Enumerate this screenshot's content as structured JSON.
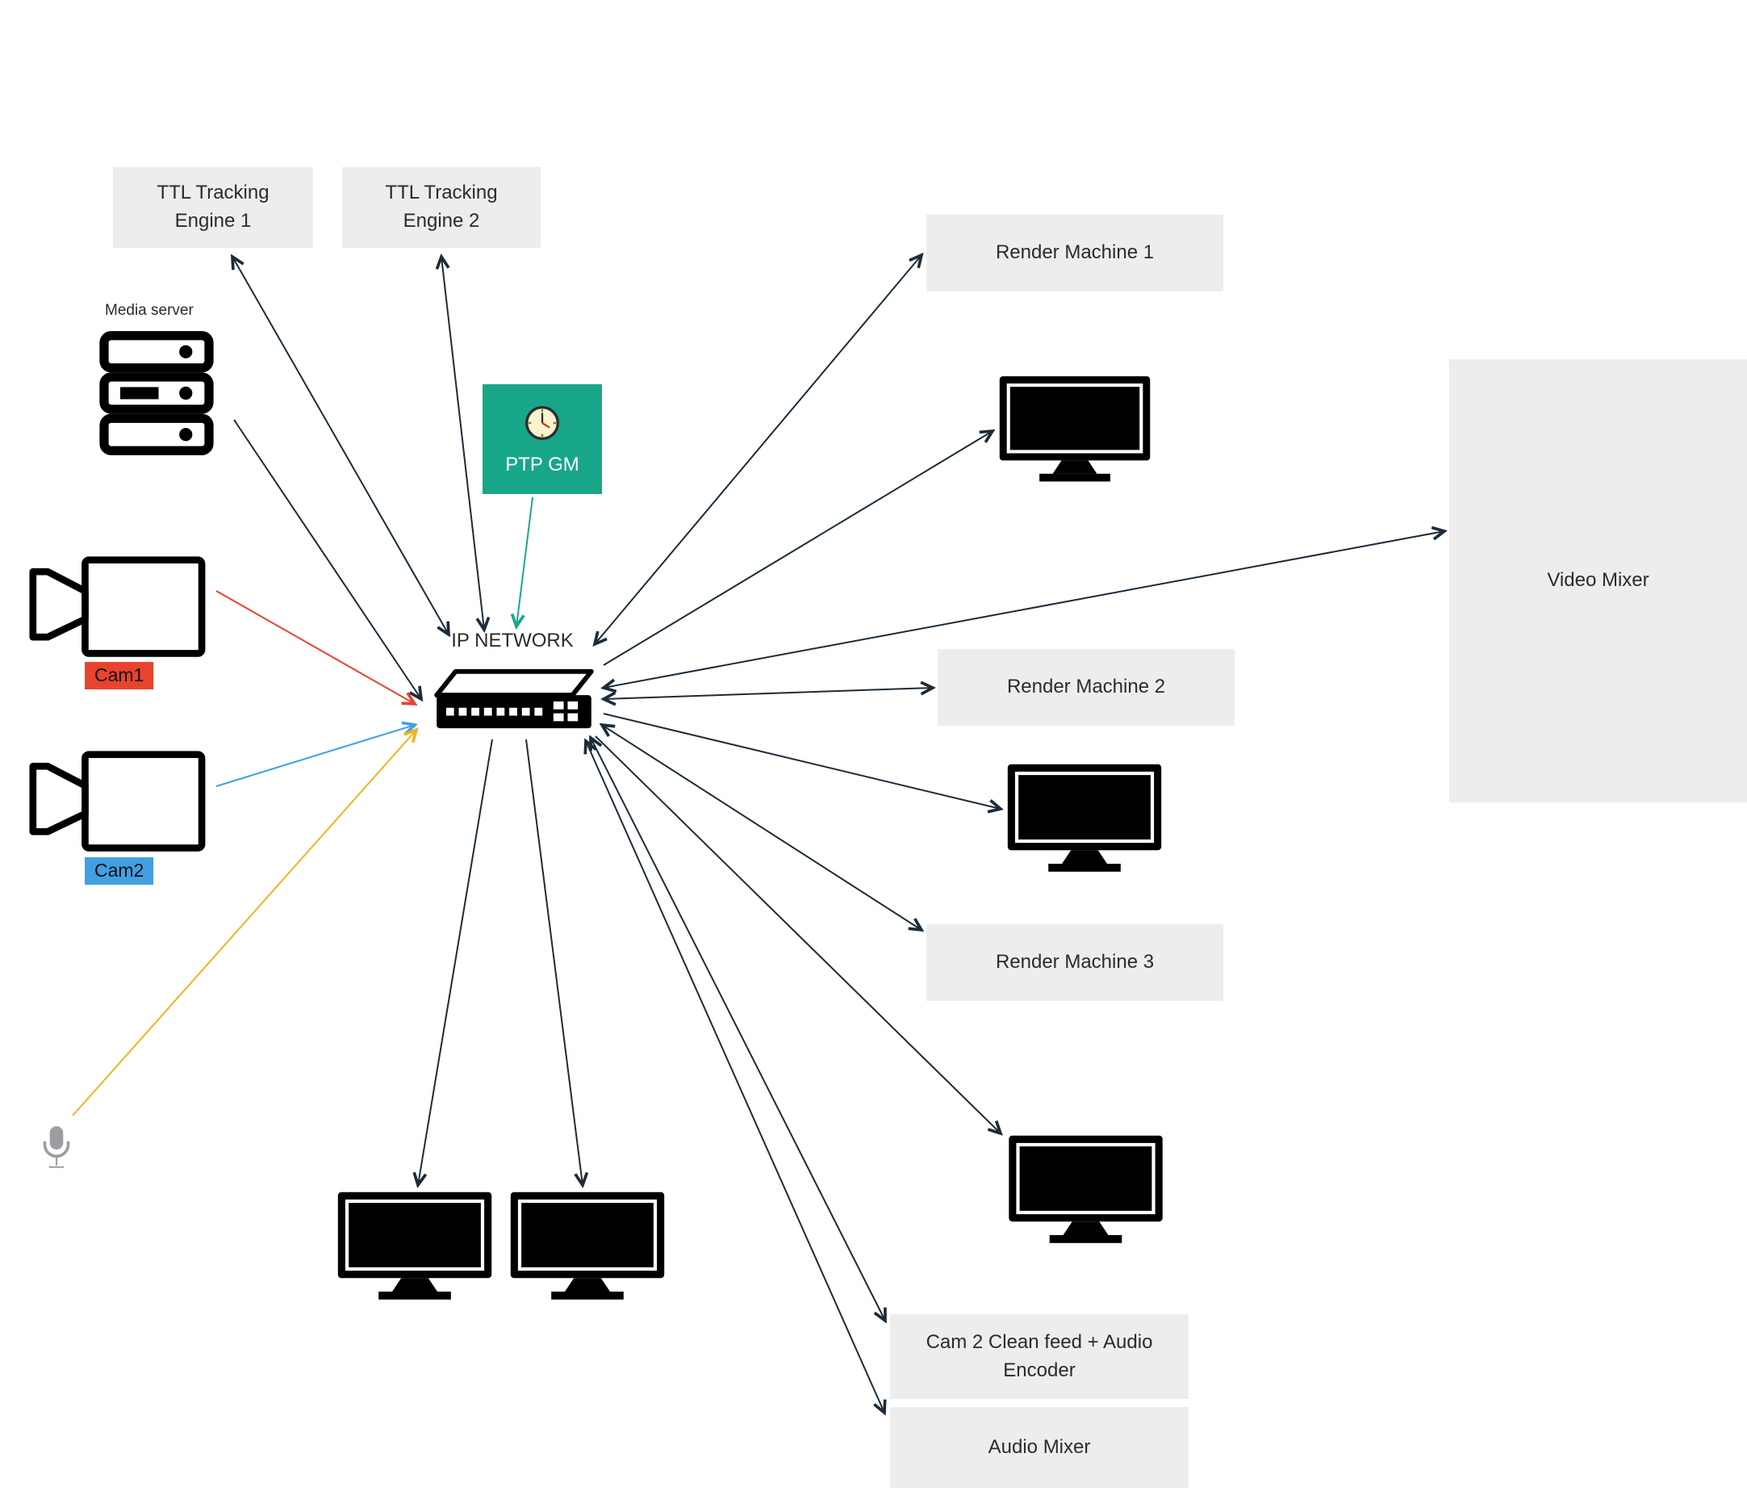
{
  "diagram": {
    "nodes": {
      "ttl_engine_1": {
        "label": "TTL Tracking Engine 1"
      },
      "ttl_engine_2": {
        "label": "TTL Tracking Engine 2"
      },
      "media_server": {
        "label": "Media server"
      },
      "ptp_gm": {
        "label": "PTP GM"
      },
      "cam1": {
        "label": "Cam1"
      },
      "cam2": {
        "label": "Cam2"
      },
      "microphone": {
        "label": ""
      },
      "ip_network": {
        "label": "IP NETWORK"
      },
      "render_machine_1": {
        "label": "Render Machine 1"
      },
      "render_machine_2": {
        "label": "Render Machine 2"
      },
      "render_machine_3": {
        "label": "Render Machine 3"
      },
      "video_mixer": {
        "label": "Video Mixer"
      },
      "cam2_clean_feed": {
        "label": "Cam 2 Clean feed + Audio Encoder"
      },
      "audio_mixer": {
        "label": "Audio Mixer"
      }
    },
    "icons": {
      "media_server": "server-icon",
      "ptp_gm": "clock-icon",
      "cam1": "video-camera-icon",
      "cam2": "video-camera-icon",
      "microphone": "microphone-icon",
      "ip_network": "network-switch-icon",
      "monitors": "monitor-icon"
    },
    "colors": {
      "node_bg": "#ededed",
      "text": "#2b2b2b",
      "ptp_bg": "#18a689",
      "cam1_label_bg": "#e8432d",
      "cam2_label_bg": "#42a0e0",
      "arrow_default": "#1c2b39",
      "arrow_green": "#18a689",
      "arrow_red": "#e8432d",
      "arrow_blue": "#42a0e0",
      "arrow_yellow": "#f0b41f"
    },
    "edges": [
      {
        "from": "ttl_engine_1",
        "to": "ip_network",
        "direction": "both",
        "color": "dark"
      },
      {
        "from": "ttl_engine_2",
        "to": "ip_network",
        "direction": "both",
        "color": "dark"
      },
      {
        "from": "media_server",
        "to": "ip_network",
        "direction": "to",
        "color": "dark"
      },
      {
        "from": "ptp_gm",
        "to": "ip_network",
        "direction": "to",
        "color": "green"
      },
      {
        "from": "cam1",
        "to": "ip_network",
        "direction": "to",
        "color": "red"
      },
      {
        "from": "cam2",
        "to": "ip_network",
        "direction": "to",
        "color": "blue"
      },
      {
        "from": "microphone",
        "to": "ip_network",
        "direction": "to",
        "color": "yellow"
      },
      {
        "from": "ip_network",
        "to": "render_machine_1",
        "direction": "both",
        "color": "dark"
      },
      {
        "from": "ip_network",
        "to": "monitor_top_right",
        "direction": "to",
        "color": "dark"
      },
      {
        "from": "ip_network",
        "to": "video_mixer",
        "direction": "both",
        "color": "dark"
      },
      {
        "from": "ip_network",
        "to": "render_machine_2",
        "direction": "both",
        "color": "dark"
      },
      {
        "from": "ip_network",
        "to": "monitor_mid_right",
        "direction": "to",
        "color": "dark"
      },
      {
        "from": "ip_network",
        "to": "render_machine_3",
        "direction": "both",
        "color": "dark"
      },
      {
        "from": "ip_network",
        "to": "monitor_bottom_right",
        "direction": "to",
        "color": "dark"
      },
      {
        "from": "ip_network",
        "to": "monitor_bottom_left_1",
        "direction": "to",
        "color": "dark"
      },
      {
        "from": "ip_network",
        "to": "monitor_bottom_left_2",
        "direction": "to",
        "color": "dark"
      },
      {
        "from": "ip_network",
        "to": "cam2_clean_feed",
        "direction": "both",
        "color": "dark"
      },
      {
        "from": "ip_network",
        "to": "audio_mixer",
        "direction": "both",
        "color": "dark"
      }
    ]
  }
}
